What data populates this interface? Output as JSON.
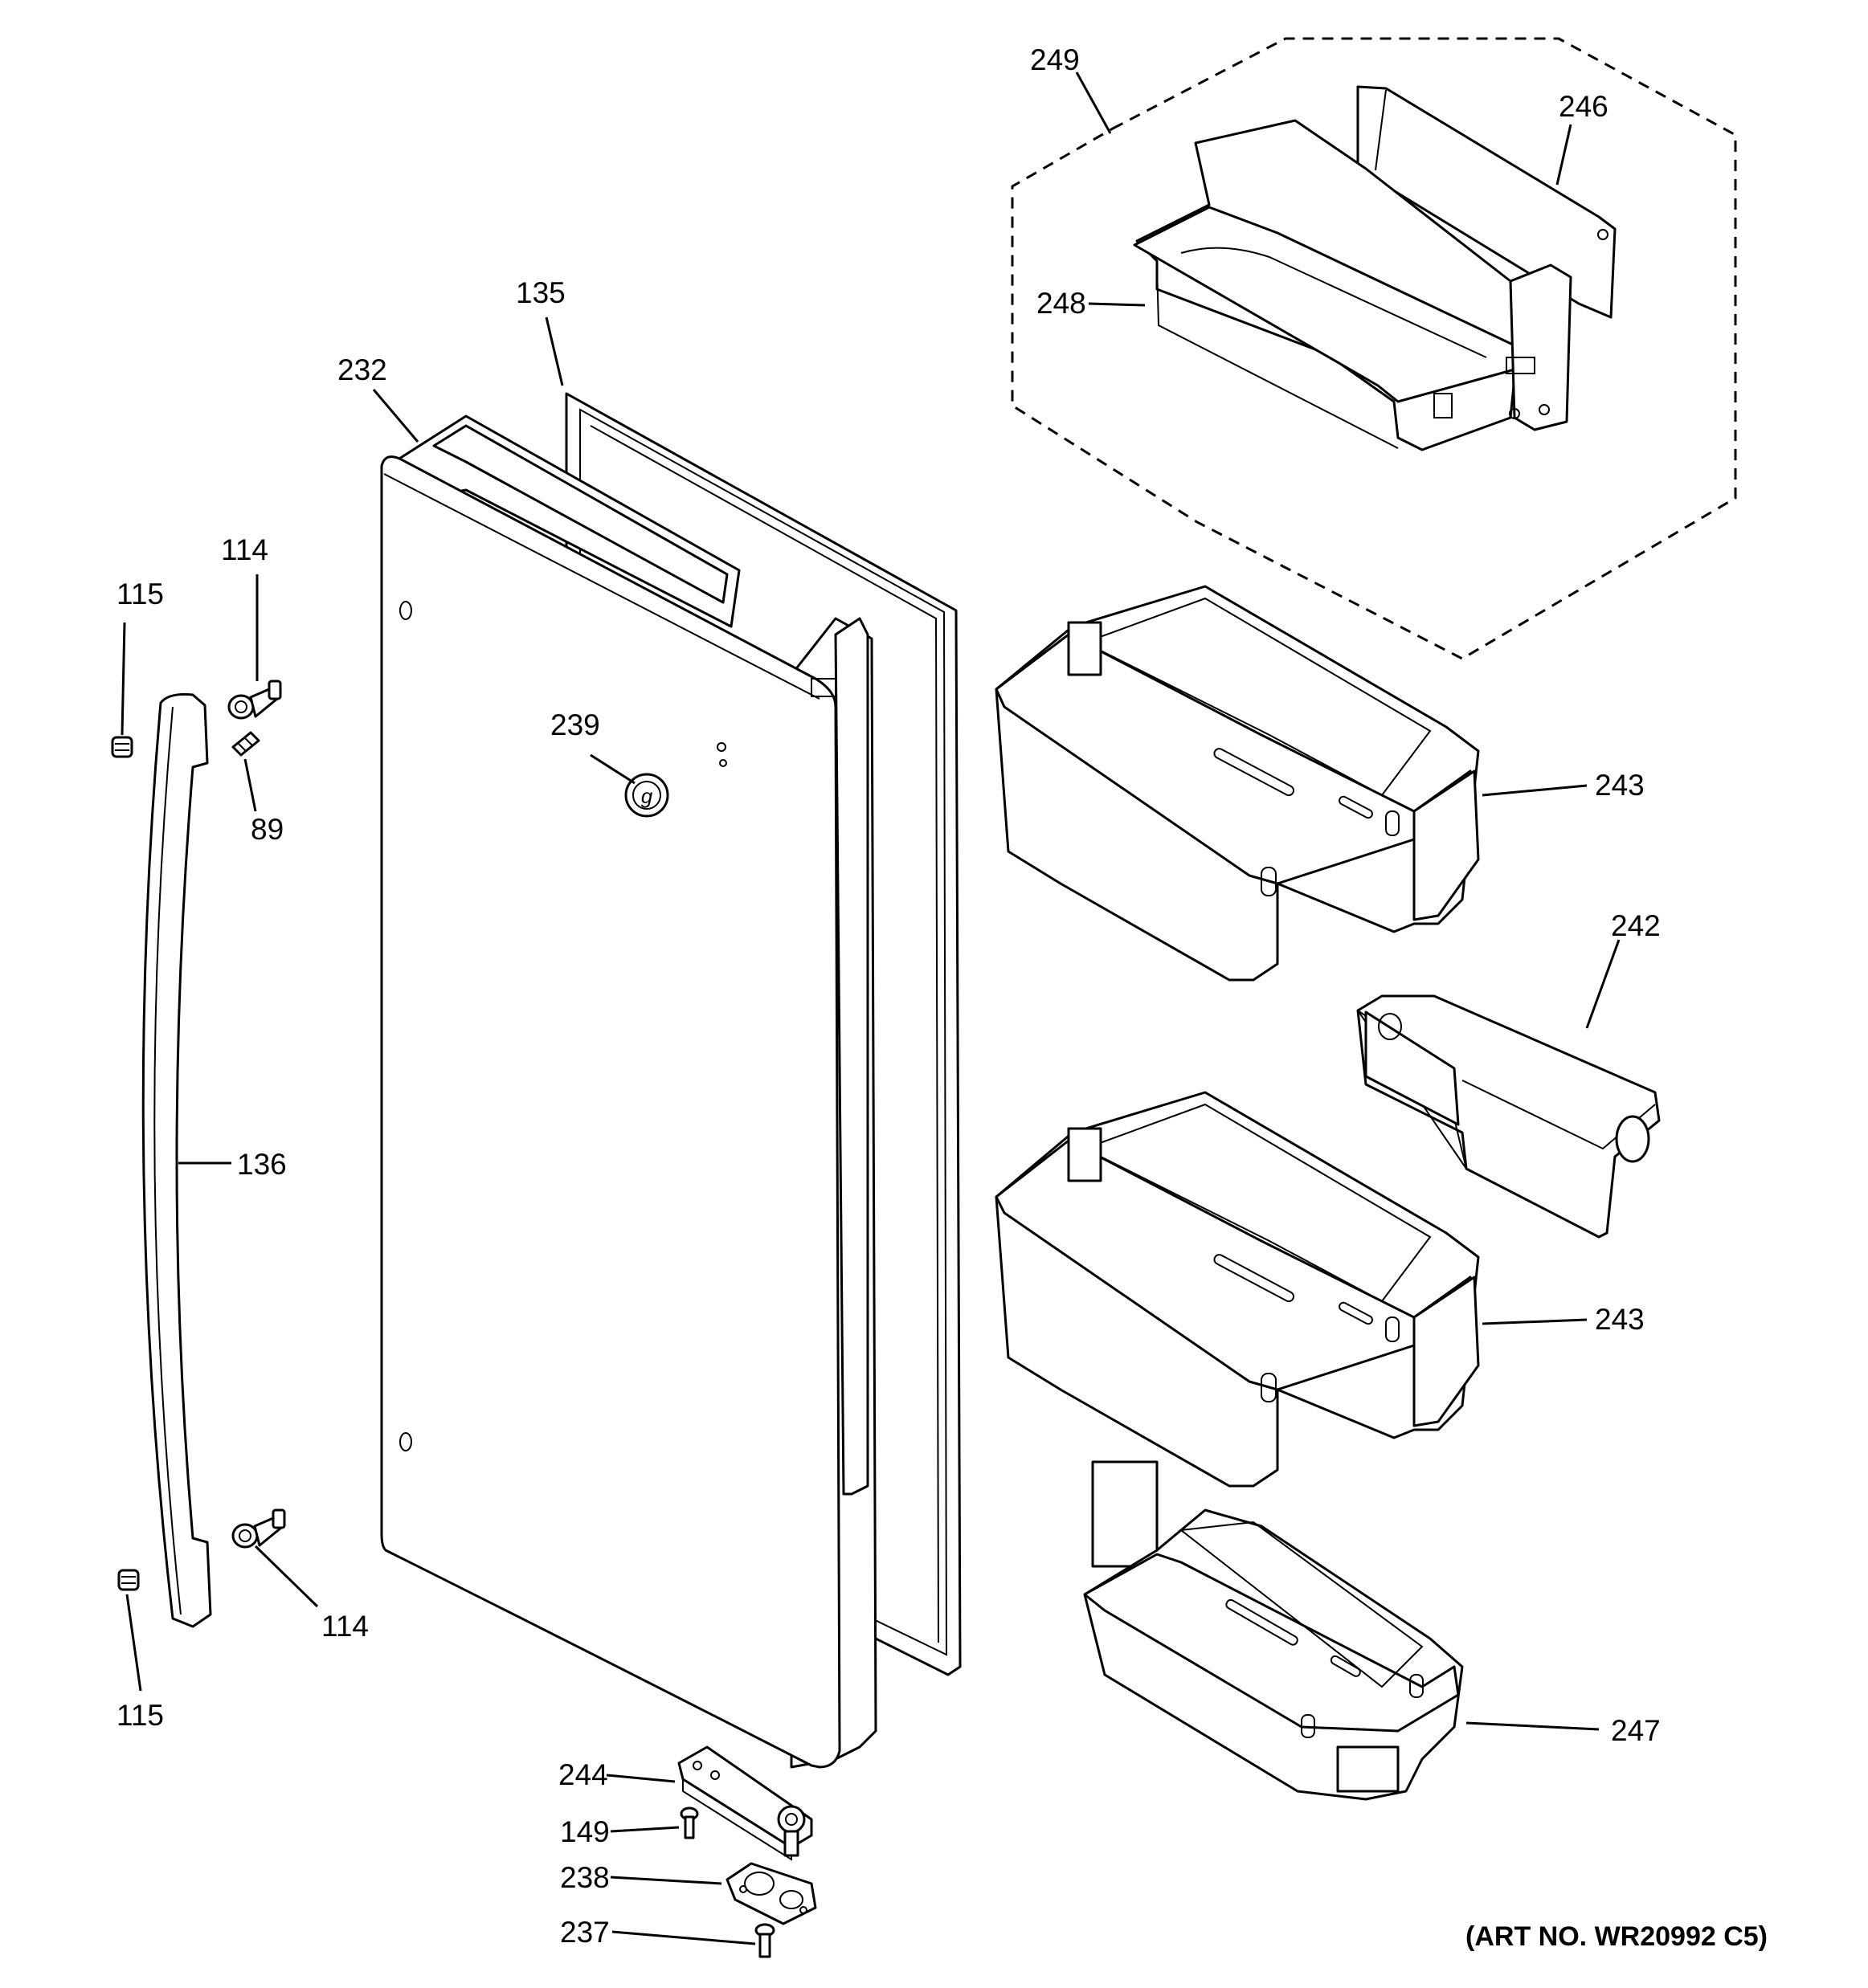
{
  "callouts": {
    "c249": "249",
    "c246": "246",
    "c248": "248",
    "c135": "135",
    "c232": "232",
    "c114a": "114",
    "c115a": "115",
    "c239": "239",
    "c89": "89",
    "c243a": "243",
    "c242": "242",
    "c136": "136",
    "c243b": "243",
    "c114b": "114",
    "c115b": "115",
    "c247": "247",
    "c244": "244",
    "c149": "149",
    "c238": "238",
    "c237": "237"
  },
  "art_number": "(ART NO. WR20992 C5)"
}
